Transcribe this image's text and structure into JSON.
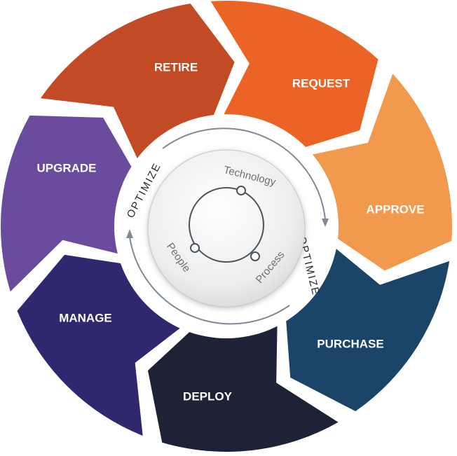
{
  "segments": [
    {
      "label": "RETIRE",
      "color": "#c24a24"
    },
    {
      "label": "REQUEST",
      "color": "#ec6425"
    },
    {
      "label": "APPROVE",
      "color": "#f1994c"
    },
    {
      "label": "PURCHASE",
      "color": "#1b4469"
    },
    {
      "label": "DEPLOY",
      "color": "#1d2237"
    },
    {
      "label": "MANAGE",
      "color": "#2f286e"
    },
    {
      "label": "UPGRADE",
      "color": "#6a4b9e"
    }
  ],
  "optimize": {
    "top_left": "OPTIMIZE",
    "bottom_right": "OPTIMIZE"
  },
  "core": {
    "nodes": [
      "Technology",
      "Process",
      "People"
    ]
  }
}
